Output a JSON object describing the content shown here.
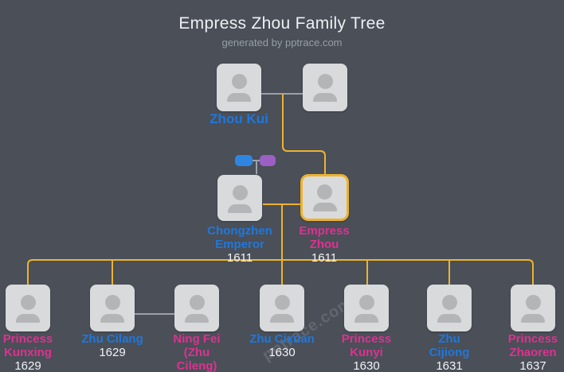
{
  "title": "Empress Zhou Family Tree",
  "subtitle": "generated by pptrace.com",
  "watermark": "pptrace.com",
  "colors": {
    "background": "#4a4f58",
    "card_fill": "#d9dadb",
    "avatar": "#b4b5b7",
    "male_name": "#1e78dd",
    "female_name": "#de3190",
    "year_text": "#f2f3f4",
    "bloodline_connector": "#edb32d",
    "spouse_connector": "#9ba1a9",
    "highlight_border": "#eeb22c",
    "father_pill": "#2f86e0",
    "mother_pill": "#9c5fc4"
  },
  "grandparents": {
    "father": {
      "name": "Zhou Kui"
    },
    "mother": {
      "name": ""
    }
  },
  "parents": {
    "father": {
      "name": "Chongzhen\nEmperor",
      "year": "1611"
    },
    "mother": {
      "name": "Empress\nZhou",
      "year": "1611",
      "highlighted": true
    }
  },
  "children": [
    {
      "name": "Princess\nKunxing",
      "year": "1629",
      "gender": "female"
    },
    {
      "name": "Zhu Cilang",
      "year": "1629",
      "gender": "male"
    },
    {
      "name": "Ning Fei\n(Zhu\nCileng)",
      "year": "",
      "gender": "female"
    },
    {
      "name": "Zhu Cixuan",
      "year": "1630",
      "gender": "male"
    },
    {
      "name": "Princess\nKunyi",
      "year": "1630",
      "gender": "female"
    },
    {
      "name": "Zhu\nCijiong",
      "year": "1631",
      "gender": "male"
    },
    {
      "name": "Princess\nZhaoren",
      "year": "1637",
      "gender": "female"
    }
  ]
}
